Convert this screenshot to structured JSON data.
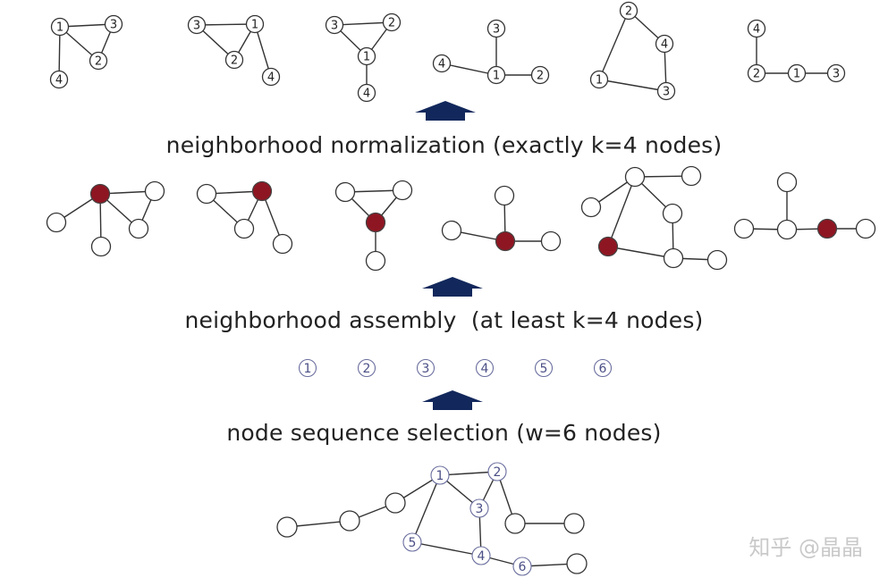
{
  "labels": {
    "normalization": "neighborhood normalization (exactly k=4 nodes)",
    "assembly": "neighborhood assembly  (at least k=4 nodes)",
    "selection": "node sequence selection (w=6 nodes)"
  },
  "sequence": [
    "1",
    "2",
    "3",
    "4",
    "5",
    "6"
  ],
  "watermark": "知乎 @晶晶",
  "colors": {
    "root_node": "#8e1622",
    "arrow": "#12285c",
    "sequence_text": "#4b4f86"
  },
  "input_graph": {
    "nodes": [
      {
        "id": "a",
        "label": ""
      },
      {
        "id": "b",
        "label": ""
      },
      {
        "id": "c",
        "label": ""
      },
      {
        "id": "1",
        "label": "1"
      },
      {
        "id": "2",
        "label": "2"
      },
      {
        "id": "3",
        "label": "3"
      },
      {
        "id": "5",
        "label": "5"
      },
      {
        "id": "4",
        "label": "4"
      },
      {
        "id": "6",
        "label": "6"
      },
      {
        "id": "d",
        "label": ""
      },
      {
        "id": "e",
        "label": ""
      },
      {
        "id": "f",
        "label": ""
      }
    ],
    "edges": [
      [
        "a",
        "b"
      ],
      [
        "b",
        "c"
      ],
      [
        "c",
        "1"
      ],
      [
        "1",
        "2"
      ],
      [
        "1",
        "3"
      ],
      [
        "2",
        "3"
      ],
      [
        "1",
        "5"
      ],
      [
        "3",
        "4"
      ],
      [
        "5",
        "4"
      ],
      [
        "4",
        "6"
      ],
      [
        "6",
        "f"
      ],
      [
        "2",
        "d"
      ],
      [
        "d",
        "e"
      ]
    ]
  },
  "assembly_graphs": [
    {
      "nodes": [
        {
          "id": "r",
          "root": true
        },
        {
          "id": "a"
        },
        {
          "id": "b"
        },
        {
          "id": "c"
        },
        {
          "id": "d"
        }
      ],
      "edges": [
        [
          "r",
          "a"
        ],
        [
          "r",
          "b"
        ],
        [
          "r",
          "c"
        ],
        [
          "r",
          "d"
        ],
        [
          "b",
          "d"
        ]
      ]
    },
    {
      "nodes": [
        {
          "id": "a"
        },
        {
          "id": "r",
          "root": true
        },
        {
          "id": "c"
        },
        {
          "id": "d"
        }
      ],
      "edges": [
        [
          "a",
          "r"
        ],
        [
          "a",
          "c"
        ],
        [
          "r",
          "c"
        ],
        [
          "r",
          "d"
        ]
      ]
    },
    {
      "nodes": [
        {
          "id": "a"
        },
        {
          "id": "b"
        },
        {
          "id": "r",
          "root": true
        },
        {
          "id": "c"
        }
      ],
      "edges": [
        [
          "a",
          "b"
        ],
        [
          "a",
          "r"
        ],
        [
          "b",
          "r"
        ],
        [
          "r",
          "c"
        ]
      ]
    },
    {
      "nodes": [
        {
          "id": "t"
        },
        {
          "id": "l"
        },
        {
          "id": "r",
          "root": true
        },
        {
          "id": "rt"
        }
      ],
      "edges": [
        [
          "t",
          "r"
        ],
        [
          "l",
          "r"
        ],
        [
          "r",
          "rt"
        ]
      ]
    },
    {
      "nodes": [
        {
          "id": "a"
        },
        {
          "id": "b"
        },
        {
          "id": "c"
        },
        {
          "id": "d"
        },
        {
          "id": "r",
          "root": true
        },
        {
          "id": "e"
        },
        {
          "id": "f"
        }
      ],
      "edges": [
        [
          "a",
          "b"
        ],
        [
          "a",
          "c"
        ],
        [
          "a",
          "d"
        ],
        [
          "a",
          "r"
        ],
        [
          "d",
          "e"
        ],
        [
          "r",
          "e"
        ],
        [
          "e",
          "f"
        ]
      ]
    },
    {
      "nodes": [
        {
          "id": "t"
        },
        {
          "id": "l"
        },
        {
          "id": "m"
        },
        {
          "id": "r",
          "root": true
        },
        {
          "id": "rt"
        }
      ],
      "edges": [
        [
          "t",
          "m"
        ],
        [
          "l",
          "m"
        ],
        [
          "m",
          "r"
        ],
        [
          "r",
          "rt"
        ]
      ]
    }
  ],
  "normalized_graphs": [
    {
      "nodes": [
        {
          "id": "1",
          "label": "1"
        },
        {
          "id": "3",
          "label": "3"
        },
        {
          "id": "2",
          "label": "2"
        },
        {
          "id": "4",
          "label": "4"
        }
      ],
      "edges": [
        [
          "1",
          "3"
        ],
        [
          "1",
          "2"
        ],
        [
          "3",
          "2"
        ],
        [
          "1",
          "4"
        ]
      ]
    },
    {
      "nodes": [
        {
          "id": "3",
          "label": "3"
        },
        {
          "id": "1",
          "label": "1"
        },
        {
          "id": "2",
          "label": "2"
        },
        {
          "id": "4",
          "label": "4"
        }
      ],
      "edges": [
        [
          "3",
          "1"
        ],
        [
          "3",
          "2"
        ],
        [
          "1",
          "2"
        ],
        [
          "1",
          "4"
        ]
      ]
    },
    {
      "nodes": [
        {
          "id": "3",
          "label": "3"
        },
        {
          "id": "2",
          "label": "2"
        },
        {
          "id": "1",
          "label": "1"
        },
        {
          "id": "4",
          "label": "4"
        }
      ],
      "edges": [
        [
          "3",
          "2"
        ],
        [
          "3",
          "1"
        ],
        [
          "2",
          "1"
        ],
        [
          "1",
          "4"
        ]
      ]
    },
    {
      "nodes": [
        {
          "id": "3",
          "label": "3"
        },
        {
          "id": "4",
          "label": "4"
        },
        {
          "id": "1",
          "label": "1"
        },
        {
          "id": "2",
          "label": "2"
        }
      ],
      "edges": [
        [
          "3",
          "1"
        ],
        [
          "4",
          "1"
        ],
        [
          "1",
          "2"
        ]
      ]
    },
    {
      "nodes": [
        {
          "id": "2",
          "label": "2"
        },
        {
          "id": "4",
          "label": "4"
        },
        {
          "id": "1",
          "label": "1"
        },
        {
          "id": "3",
          "label": "3"
        }
      ],
      "edges": [
        [
          "2",
          "4"
        ],
        [
          "2",
          "1"
        ],
        [
          "4",
          "3"
        ],
        [
          "1",
          "3"
        ]
      ]
    },
    {
      "nodes": [
        {
          "id": "4",
          "label": "4"
        },
        {
          "id": "2",
          "label": "2"
        },
        {
          "id": "1",
          "label": "1"
        },
        {
          "id": "3",
          "label": "3"
        }
      ],
      "edges": [
        [
          "4",
          "2"
        ],
        [
          "2",
          "1"
        ],
        [
          "1",
          "3"
        ]
      ]
    }
  ]
}
